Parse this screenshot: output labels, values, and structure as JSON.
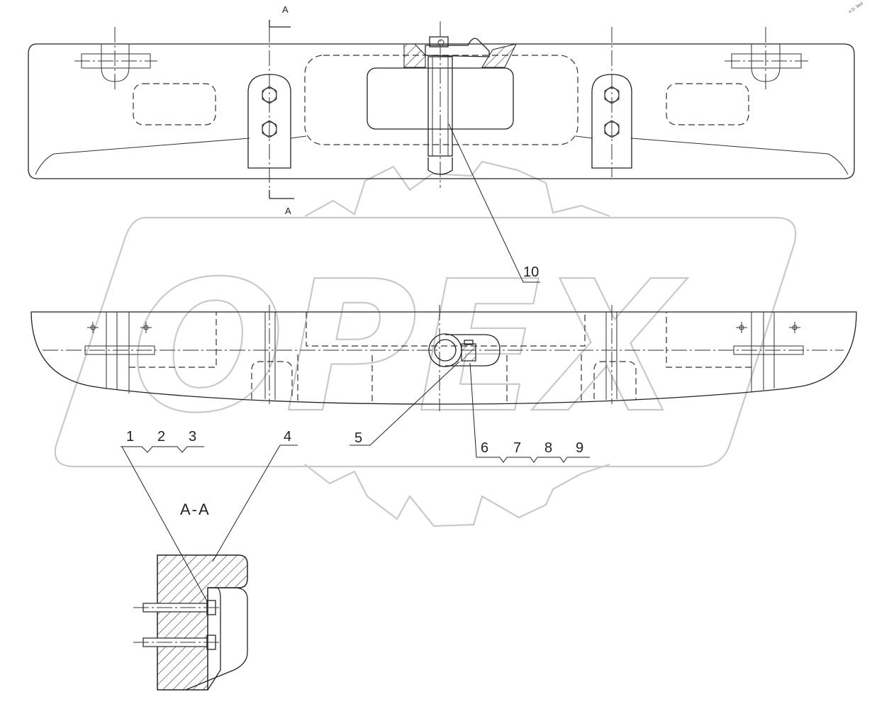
{
  "watermark": {
    "text": "OPEX"
  },
  "corner_mark": "e.D. 9ed",
  "section_markers": {
    "top": "A",
    "bottom": "A"
  },
  "section_view_title": "A-A",
  "callouts": {
    "c1": "1",
    "c2": "2",
    "c3": "3",
    "c4": "4",
    "c5": "5",
    "c6": "6",
    "c7": "7",
    "c8": "8",
    "c9": "9",
    "c10": "10"
  }
}
